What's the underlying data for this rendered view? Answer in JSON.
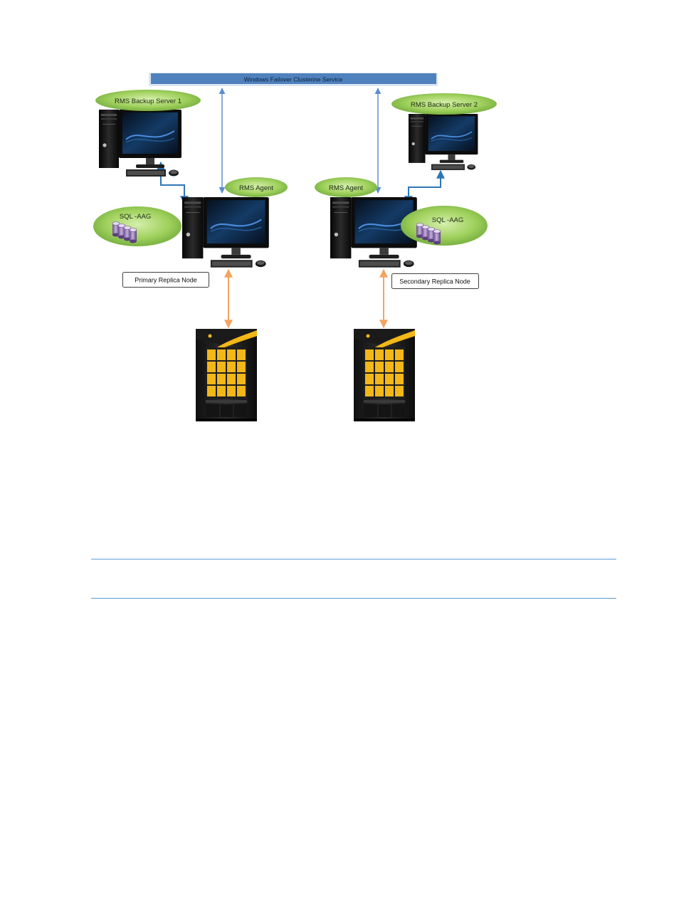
{
  "cluster_service": {
    "label": "Windows Failover Clusterine Service"
  },
  "backup_servers": [
    {
      "label": "RMS Backup Server 1"
    },
    {
      "label": "RMS Backup Server 2"
    }
  ],
  "agents": [
    {
      "label": "RMS Agent"
    },
    {
      "label": "RMS Agent"
    }
  ],
  "aag_groups": [
    {
      "label": "SQL -AAG"
    },
    {
      "label": "SQL -AAG"
    }
  ],
  "replica_nodes": [
    {
      "label": "Primary Replica Node"
    },
    {
      "label": "Secondary Replica Node"
    }
  ],
  "colors": {
    "cluster_bar": "#4f81bd",
    "connector_blue": "#2e75b6",
    "connector_orange": "#f4a460",
    "label_ellipse": "#8cc04a",
    "storage_panel": "#f2b718",
    "rule": "#5b9bd5"
  },
  "icons": [
    "desktop-computer-icon",
    "database-stack-icon",
    "storage-array-icon"
  ]
}
